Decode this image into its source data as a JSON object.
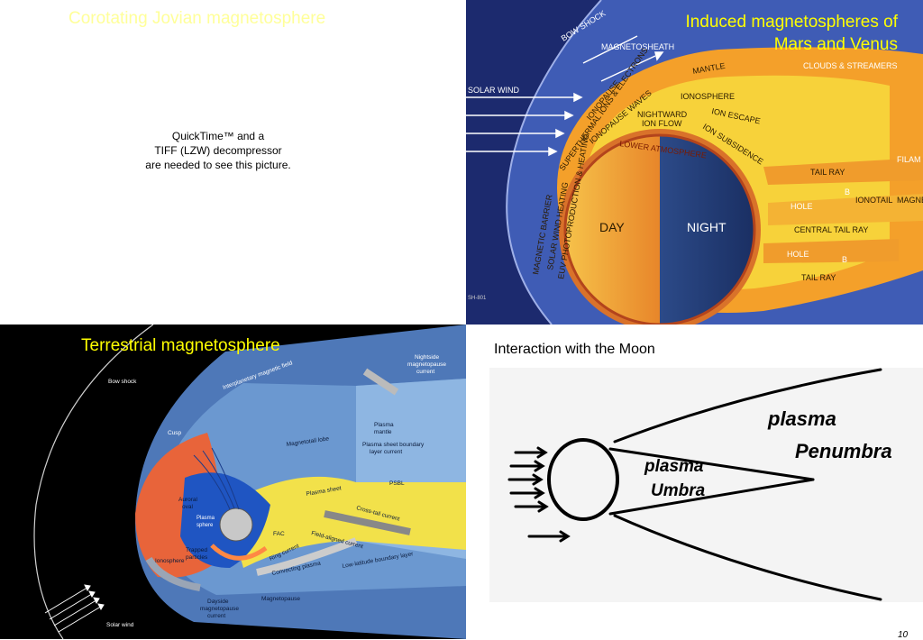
{
  "jovian": {
    "title": "Corotating Jovian  magnetosphere",
    "placeholder_lines": [
      "QuickTime™ and a",
      "TIFF (LZW) decompressor",
      "are needed to see this picture."
    ]
  },
  "mars": {
    "title_lines": [
      "Induced magnetospheres of",
      "Mars and Venus"
    ],
    "labels": {
      "bow_shock": "BOW SHOCK",
      "magnetosheath": "MAGNETOSHEATH",
      "solar_wind": "SOLAR WIND",
      "mantle": "MANTLE",
      "clouds": "CLOUDS & STREAMERS",
      "ionosphere": "IONOSPHERE",
      "ion_escape": "ION ESCAPE",
      "nightward": "NIGHTWARD",
      "ion_flow": "ION FLOW",
      "ion_subsidence": "ION SUBSIDENCE",
      "ionopause": "IONOPAUSE",
      "ionopause_waves": "IONOPAUSE WAVES",
      "superthermal": "SUPERTHERMAL IONS & ELECTRONS",
      "lower_atmosphere": "LOWER ATMOSPHERE",
      "magnetic_barrier": "MAGNETIC BARRIER",
      "solar_wind_heating": "SOLAR WIND HEATING",
      "euv": "EUV PHOTOPRODUCTION & HEATING",
      "day": "DAY",
      "night": "NIGHT",
      "tail_ray": "TAIL RAY",
      "hole": "HOLE",
      "b": "B",
      "ionotail": "IONOTAIL",
      "magn": "MAGNE",
      "filam": "FILAM",
      "central_tail_ray": "CENTRAL TAIL RAY",
      "credit": "SH-801"
    }
  },
  "earth": {
    "title": "Terrestrial  magnetosphere",
    "labels": {
      "bow_shock": "Bow shock",
      "imf": "Interplanetary magnetic field",
      "nightside_1": "Nightside",
      "nightside_2": "magnetopause",
      "nightside_3": "current",
      "cusp": "Cusp",
      "tail_lobe": "Magnetotail lobe",
      "plasma_mantle_1": "Plasma",
      "plasma_mantle_2": "mantle",
      "psbl_1": "Plasma sheet boundary",
      "psbl_2": "layer current",
      "psbl": "PSBL",
      "auroral_1": "Auroral",
      "auroral_2": "oval",
      "plasma_sheet": "Plasma sheet",
      "plasmasphere_1": "Plasma",
      "plasmasphere_2": "sphere",
      "cross_tail": "Cross-tail current",
      "ionosphere": "Ionosphere",
      "fac": "FAC",
      "field_aligned": "Field-aligned current",
      "ring_current": "Ring current",
      "trapped_1": "Trapped",
      "trapped_2": "particles",
      "convecting": "Convecting plasma",
      "llbl": "Low-latitude boundary layer",
      "dayside_1": "Dayside",
      "dayside_2": "magnetopause",
      "dayside_3": "current",
      "magnetopause": "Magnetopause",
      "solar_wind": "Solar wind"
    }
  },
  "moon": {
    "title": "Interaction with  the Moon",
    "sketch_words": [
      "plasma",
      "Penumbra",
      "plasma",
      "Umbra"
    ]
  },
  "page_number": "10"
}
